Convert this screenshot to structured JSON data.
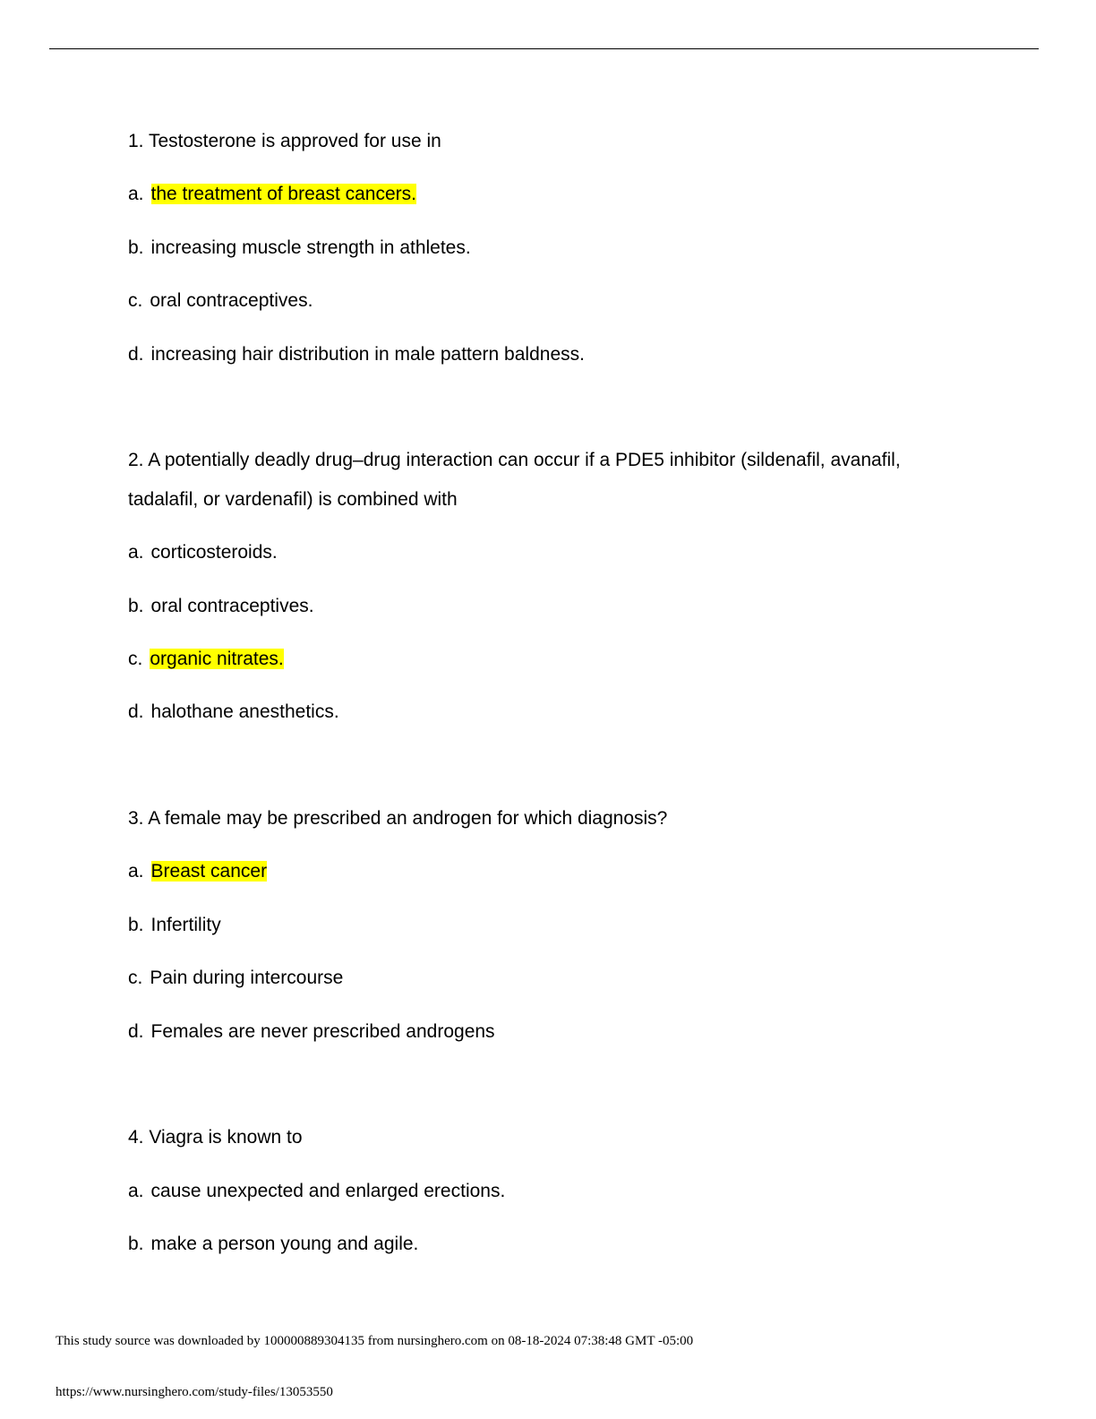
{
  "questions": [
    {
      "stem": [
        "1. Testosterone is approved for use in"
      ],
      "options": [
        {
          "letter": "a.",
          "text": "the treatment of breast cancers.",
          "highlight": true
        },
        {
          "letter": "b.",
          "text": "increasing muscle strength in athletes.",
          "highlight": false
        },
        {
          "letter": "c.",
          "text": "oral contraceptives.",
          "highlight": false
        },
        {
          "letter": "d.",
          "text": "increasing hair distribution in male pattern baldness.",
          "highlight": false
        }
      ]
    },
    {
      "stem": [
        "2. A potentially deadly drug–drug interaction can occur if a PDE5 inhibitor (sildenafil, avanafil,",
        "tadalafil, or vardenafil) is combined with"
      ],
      "options": [
        {
          "letter": "a.",
          "text": "corticosteroids.",
          "highlight": false
        },
        {
          "letter": "b.",
          "text": "oral contraceptives.",
          "highlight": false
        },
        {
          "letter": "c.",
          "text": "organic nitrates.",
          "highlight": true
        },
        {
          "letter": "d.",
          "text": "halothane anesthetics.",
          "highlight": false
        }
      ]
    },
    {
      "stem": [
        "3. A female may be prescribed an androgen for which diagnosis?"
      ],
      "options": [
        {
          "letter": "a.",
          "text": "Breast cancer",
          "highlight": true
        },
        {
          "letter": "b.",
          "text": "Infertility",
          "highlight": false
        },
        {
          "letter": "c.",
          "text": "Pain during intercourse",
          "highlight": false
        },
        {
          "letter": "d.",
          "text": "Females are never prescribed androgens",
          "highlight": false
        }
      ]
    },
    {
      "stem": [
        "4. Viagra is known to"
      ],
      "options": [
        {
          "letter": "a.",
          "text": "cause unexpected and enlarged erections.",
          "highlight": false
        },
        {
          "letter": "b.",
          "text": "make a person young and agile.",
          "highlight": false
        }
      ]
    }
  ],
  "footer": {
    "download_notice": "This study source was downloaded by 100000889304135 from nursinghero.com on 08-18-2024 07:38:48 GMT -05:00",
    "url": "https://www.nursinghero.com/study-files/13053550"
  },
  "colors": {
    "answer_highlight": "#ffff00"
  }
}
